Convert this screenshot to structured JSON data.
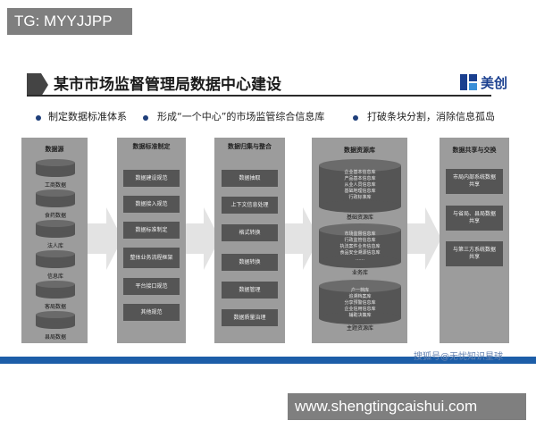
{
  "tags": {
    "top_left": "TG: MYYJJPP",
    "bottom_right": "www.shengtingcaishui.com"
  },
  "title": "某市市场监督管理局数据中心建设",
  "logo": "美创",
  "bullets": [
    "制定数据标准体系",
    "形成“一个中心”的市场监管综合信息库",
    "打破条块分割，消除信息孤岛"
  ],
  "columns": {
    "sources": {
      "title": "数据源",
      "items": [
        "工商数据",
        "食药数据",
        "法人库",
        "信息库",
        "客局数据",
        "县局数据"
      ]
    },
    "standards": {
      "title": "数据标准制定",
      "items": [
        "数据建设规范",
        "数据接入规范",
        "数据标准制定",
        "整体业务流程框架",
        "平台接口规范",
        "其他规范"
      ]
    },
    "integration": {
      "title": "数据归集与整合",
      "items": [
        "数据抽取",
        "上下文信息处理",
        "格式转换",
        "数据转换",
        "数据管理",
        "数据质量治理"
      ]
    },
    "resources": {
      "title": "数据资源库",
      "dbs": [
        {
          "lines": [
            "企业基本信息库",
            "产品基本信息库",
            "从业人员信息库",
            "基础地理信息库",
            "行政标准库"
          ],
          "label": "基础资源库"
        },
        {
          "lines": [
            "市场监督信息库",
            "行政监管信息库",
            "执法案件业务信息库",
            "食品安全溯源信息库",
            "……"
          ],
          "label": "业务库"
        },
        {
          "lines": [
            "户一档库",
            "追溯档案库",
            "分享预警信息库",
            "企业信用信息库",
            "辅助决策库"
          ],
          "label": "主题资源库"
        }
      ]
    },
    "sharing": {
      "title": "数据共享与交换",
      "items": [
        "市局内部系统数据共享",
        "与省局、县局数据共享",
        "与第三方系统数据共享"
      ]
    }
  },
  "caption": "搜狐号@无忧知识星球",
  "colors": {
    "accent": "#1d5ea8",
    "column_bg": "#9c9c9c",
    "box": "#555555",
    "arrow": "#e3e3e3"
  }
}
